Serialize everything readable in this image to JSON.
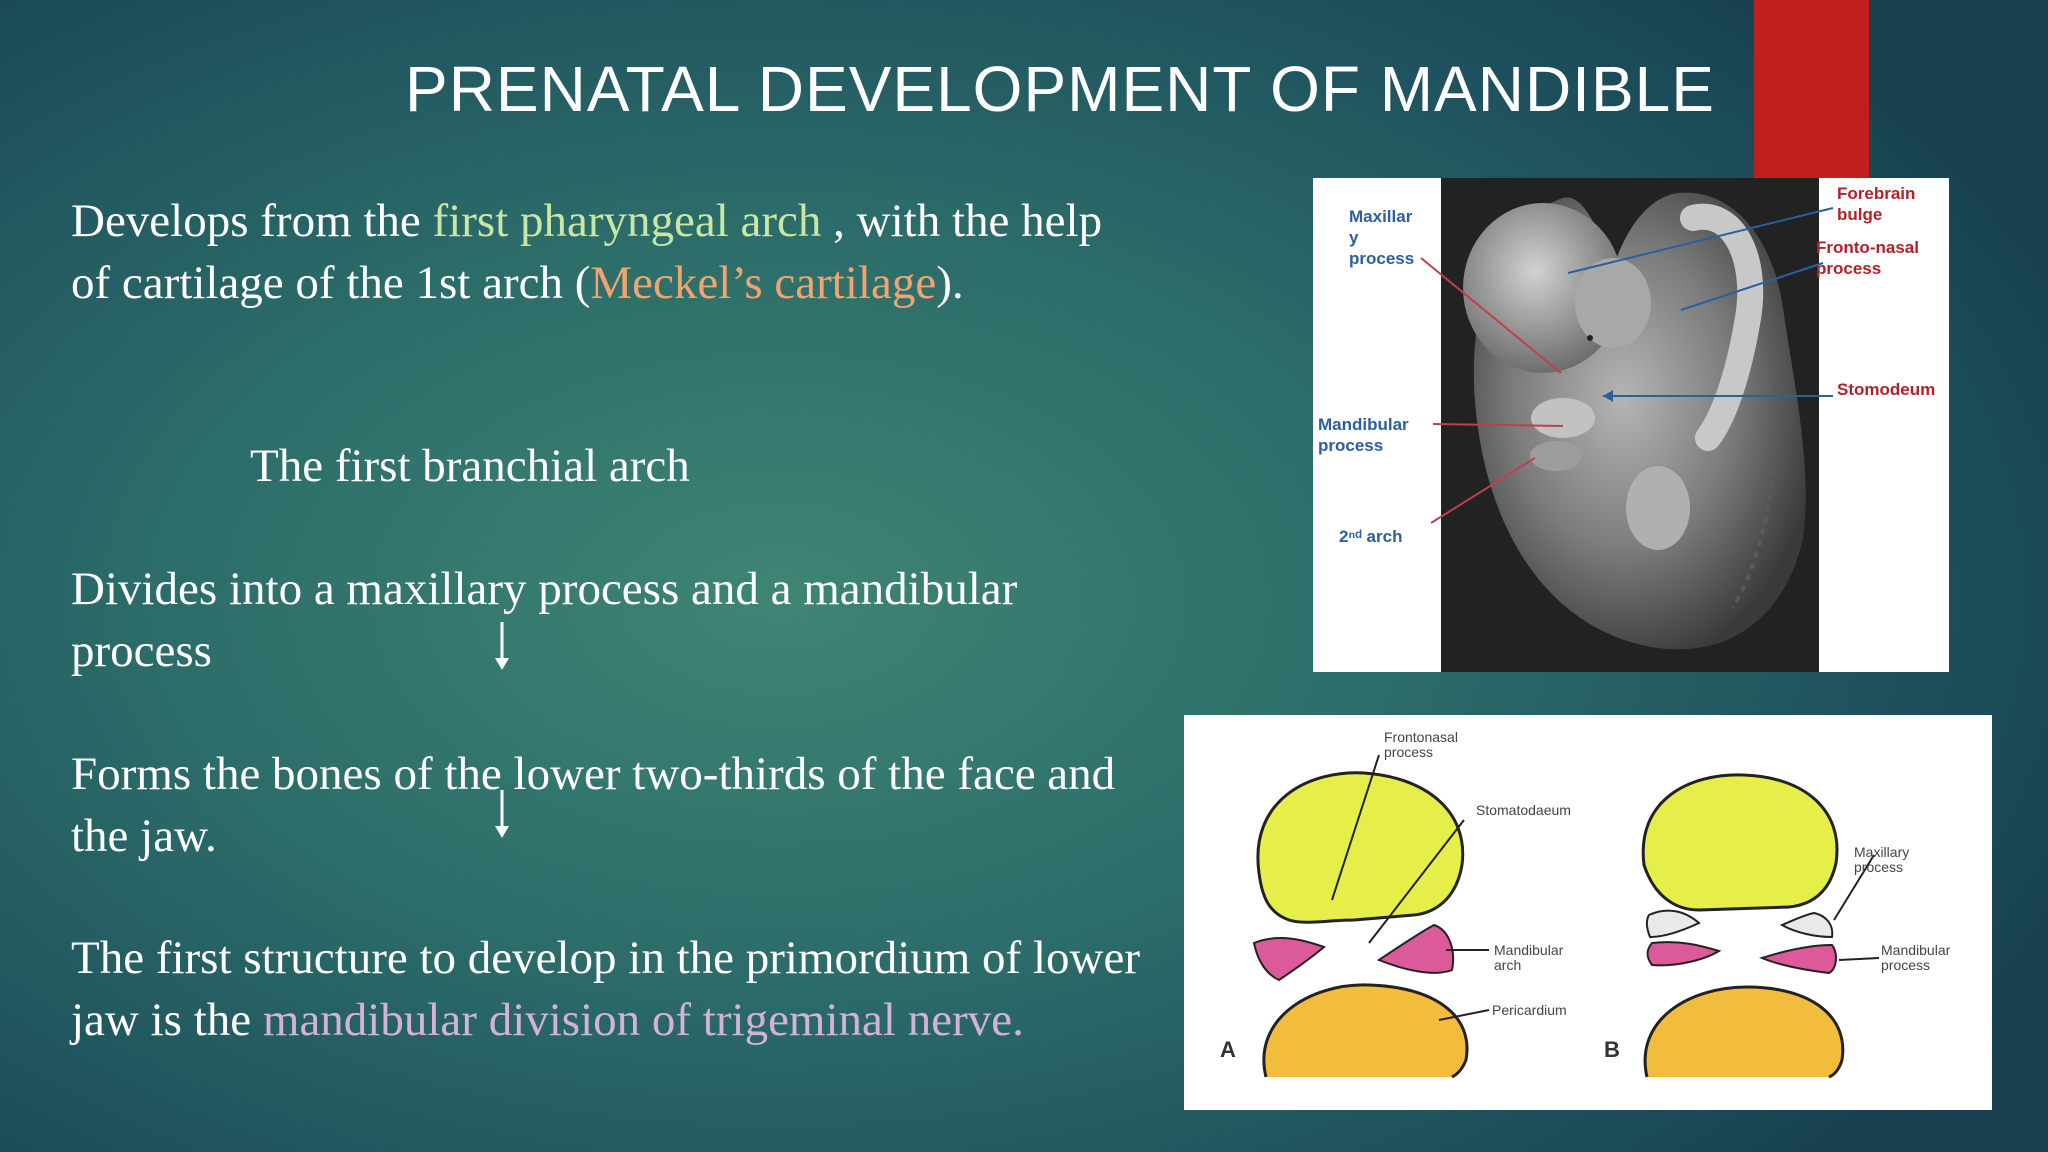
{
  "slide": {
    "title": "PRENATAL DEVELOPMENT OF MANDIBLE",
    "colors": {
      "accent_bar": "#c0201c",
      "green": "#c9e6a4",
      "orange": "#f2a46e",
      "purple": "#d3b3d5"
    },
    "p1": {
      "a": "Develops from the ",
      "b": "first pharyngeal arch",
      "c": " , with the help of cartilage of the 1st arch (",
      "d": "Meckel’s cartilage",
      "e": ")."
    },
    "p2": "The first branchial arch",
    "p3": "Divides into a maxillary process and a mandibular process",
    "p4": "Forms the bones of the lower two-thirds of the face and the jaw.",
    "p5": {
      "a": "The first structure to develop in the primordium of lower jaw is the ",
      "b": "mandibular division of trigeminal nerve."
    },
    "arrow_icon": "down-arrow-icon"
  },
  "figure_embryo": {
    "labels": {
      "maxillary": "Maxillar\ny\nprocess",
      "mandibular": "Mandibular\nprocess",
      "second_arch": "2ⁿᵈ arch",
      "forebrain": "Forebrain\nbulge",
      "frontonasal": "Fronto-nasal\nprocess",
      "stomodeum": "Stomodeum"
    }
  },
  "figure_diagram": {
    "labels": {
      "frontonasal": "Frontonasal\nprocess",
      "stomatodaeum": "Stomatodaeum",
      "mandibular_arch": "Mandibular\narch",
      "pericardium": "Pericardium",
      "maxillary": "Maxillary\nprocess",
      "mandibular_process": "Mandibular\nprocess"
    },
    "panel_a": "A",
    "panel_b": "B",
    "colors": {
      "frontonasal": "#e6ee4a",
      "pericardium": "#f2bd3c",
      "mandibular": "#dc5a9a"
    }
  }
}
